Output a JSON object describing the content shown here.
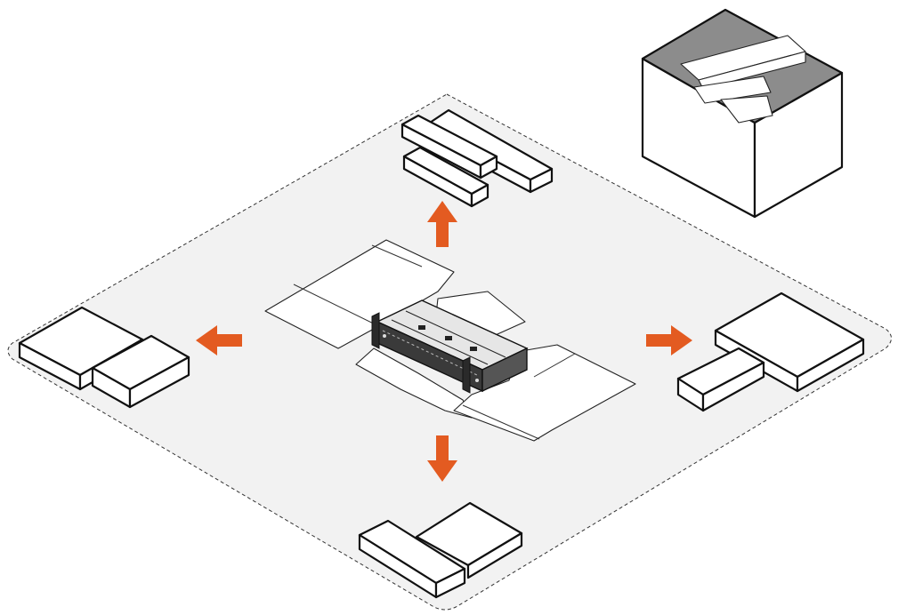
{
  "diagram": {
    "type": "unboxing-instruction",
    "colors": {
      "arrow": "#e35b21",
      "work_area_fill": "#f2f2f2",
      "work_area_border": "#333333",
      "outline": "#111111",
      "box_interior": "#8c8c8c"
    },
    "arrows": [
      {
        "direction": "up"
      },
      {
        "direction": "left"
      },
      {
        "direction": "right"
      },
      {
        "direction": "down"
      }
    ],
    "icons": {
      "device": "rack-mount-device-icon",
      "packing_box": "open-box-icon"
    }
  }
}
